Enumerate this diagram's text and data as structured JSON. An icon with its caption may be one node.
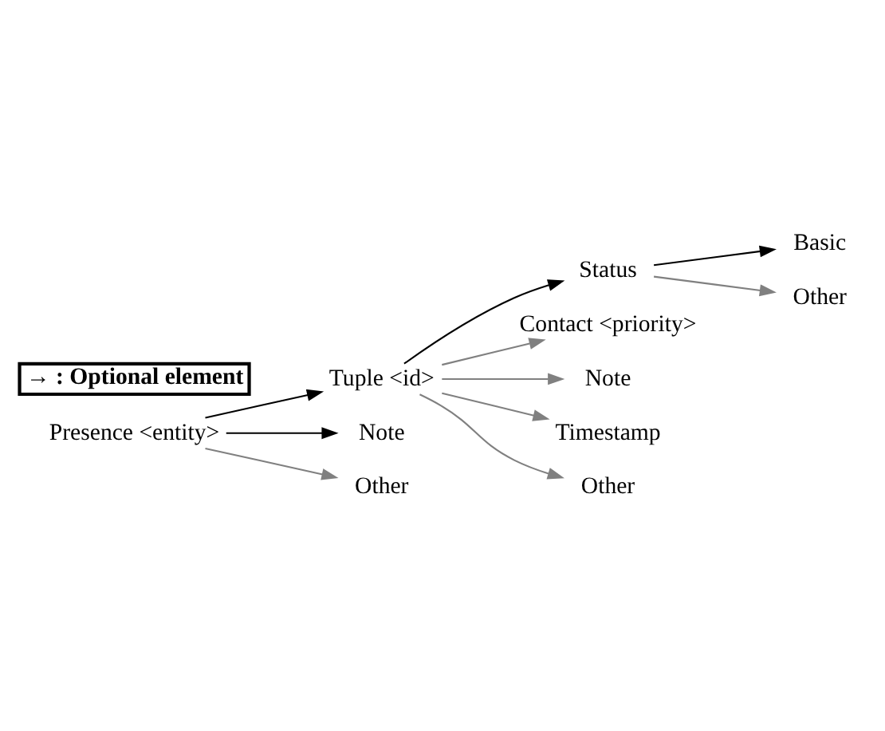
{
  "diagram": {
    "nodes": [
      {
        "text": [
          "Presence <entity>"
        ]
      },
      {
        "text": [
          "Tuple <id>"
        ]
      },
      {
        "text": [
          "Status"
        ]
      },
      {
        "text": [
          "Basic"
        ]
      },
      {
        "text": [
          "Other"
        ]
      },
      {
        "text": [
          "Contact <priority>"
        ]
      },
      {
        "text": [
          "Note"
        ]
      },
      {
        "text": [
          "Timestamp"
        ]
      },
      {
        "text": [
          "Other"
        ]
      },
      {
        "text": [
          "Note"
        ]
      },
      {
        "text": [
          "Other"
        ]
      }
    ],
    "edges": [
      {
        "from": 0,
        "to": 1,
        "arrow": "to",
        "color": "#000000"
      },
      {
        "from": 1,
        "to": 2,
        "arrow": "to",
        "color": "#000000"
      },
      {
        "from": 2,
        "to": 3,
        "arrow": "to",
        "color": "#000000"
      },
      {
        "from": 2,
        "to": 4,
        "arrow": "to"
      },
      {
        "from": 1,
        "to": 5,
        "arrow": "to"
      },
      {
        "from": 1,
        "to": 6,
        "arrow": "to"
      },
      {
        "from": 1,
        "to": 7,
        "arrow": "to"
      },
      {
        "from": 1,
        "to": 8,
        "arrow": "to"
      },
      {
        "from": 0,
        "to": 9,
        "arrow": "to",
        "color": "#000000"
      },
      {
        "from": 0,
        "to": 10,
        "arrow": "to"
      }
    ],
    "legend": [
      {
        "text": "→ : Optional element"
      }
    ]
  }
}
